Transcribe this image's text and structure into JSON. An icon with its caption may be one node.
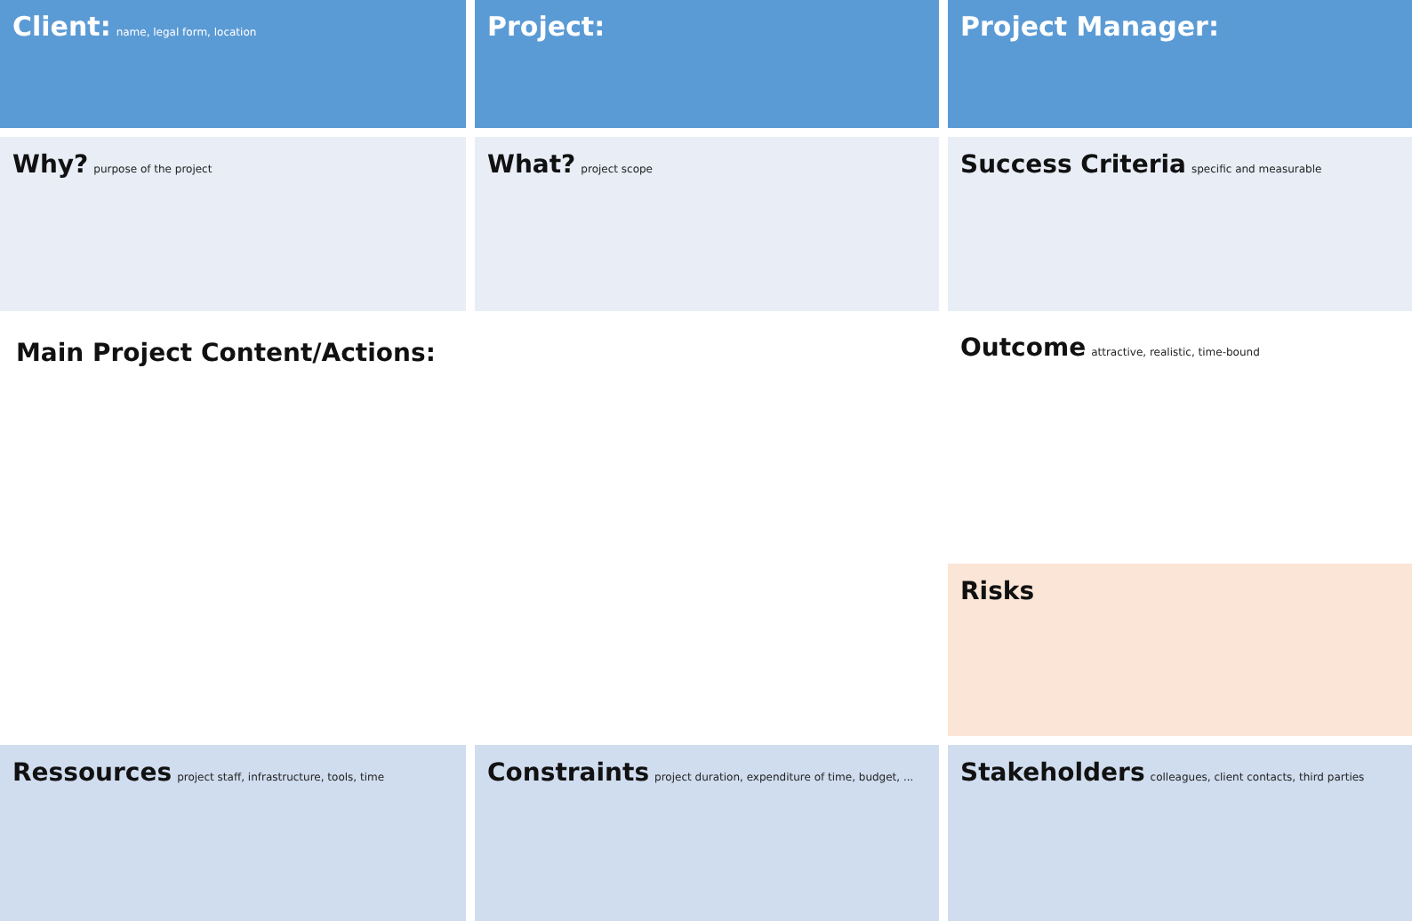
{
  "diagram": {
    "nodes": [
      {
        "text": [
          "Client:",
          "name, legal form, location"
        ]
      },
      {
        "text": [
          "Project:"
        ]
      },
      {
        "text": [
          "Project Manager:"
        ]
      },
      {
        "text": [
          "Why?",
          "purpose of the project"
        ]
      },
      {
        "text": [
          "What?",
          "project scope"
        ]
      },
      {
        "text": [
          "Success Criteria",
          "specific and measurable"
        ]
      },
      {
        "text": [
          "Main Project Content/Actions:"
        ]
      },
      {
        "text": [
          "Outcome",
          "attractive, realistic, time-bound"
        ]
      },
      {
        "text": [
          "Risks"
        ]
      },
      {
        "text": [
          "Ressources",
          "project staff, infrastructure, tools, time"
        ]
      },
      {
        "text": [
          "Constraints",
          "project duration, expenditure of time, budget, ..."
        ]
      },
      {
        "text": [
          "Stakeholders",
          "colleagues, client contacts, third parties"
        ]
      }
    ],
    "edges": []
  }
}
